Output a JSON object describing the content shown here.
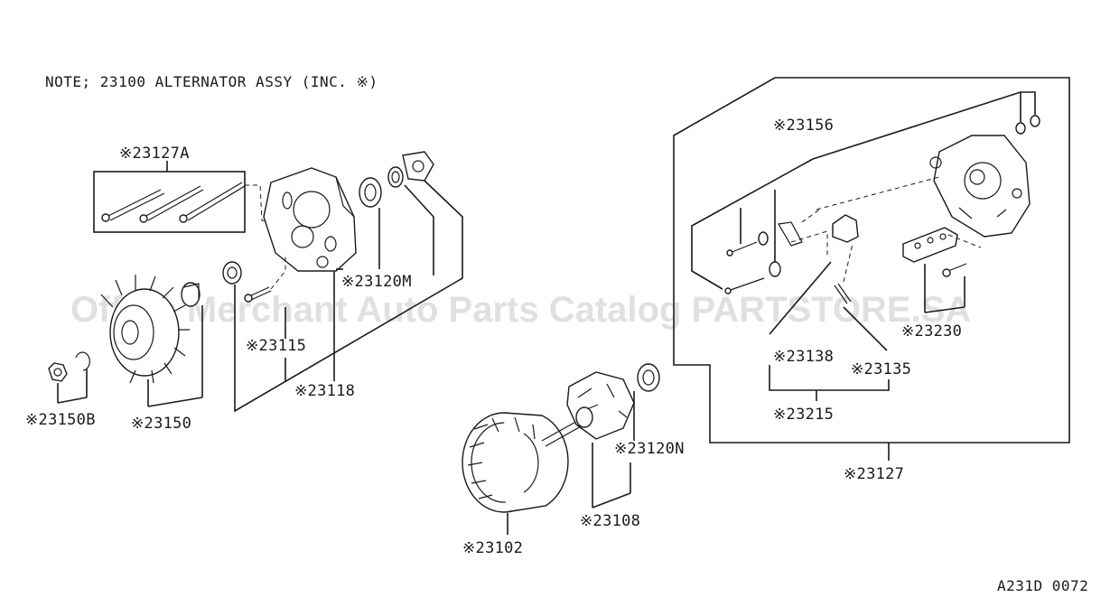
{
  "note": "NOTE; 23100 ALTERNATOR ASSY (INC. ※)",
  "watermark": "Offers Merchant Auto Parts Catalog PARTSTORE.SA",
  "diagram_code": "A231D 0072",
  "labels": {
    "p23127A": "※23127A",
    "p23120M": "※23120M",
    "p23115": "※23115",
    "p23118": "※23118",
    "p23150B": "※23150B",
    "p23150": "※23150",
    "p23120N": "※23120N",
    "p23108": "※23108",
    "p23102": "※23102",
    "p23156": "※23156",
    "p23230": "※23230",
    "p23138": "※23138",
    "p23135": "※23135",
    "p23215": "※23215",
    "p23127": "※23127"
  }
}
